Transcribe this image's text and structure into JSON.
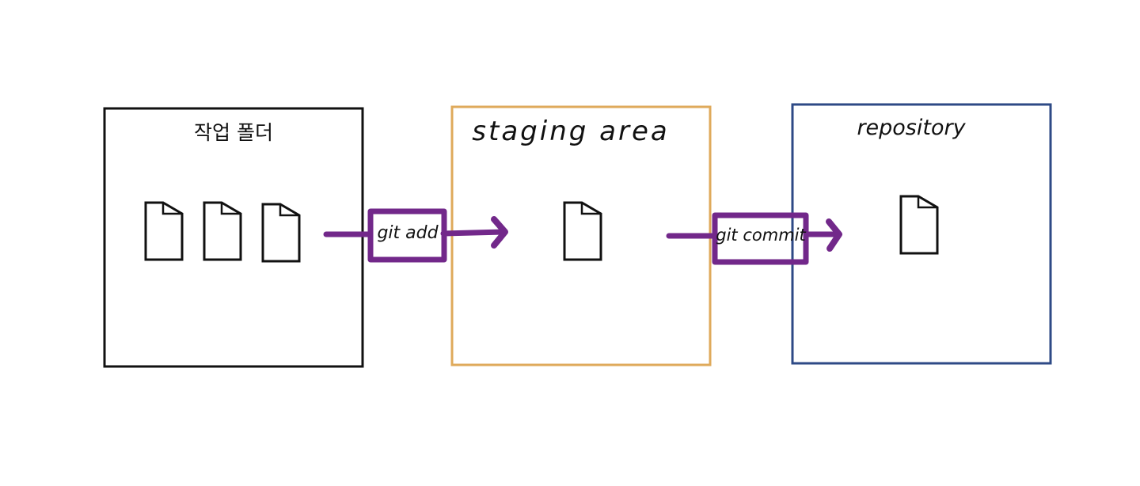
{
  "diagram": {
    "working_folder": {
      "title": "작업 폴더",
      "file_count": 3,
      "border_color": "#111111"
    },
    "staging_area": {
      "title": "staging area",
      "file_count": 1,
      "border_color": "#dfaa5b"
    },
    "repository": {
      "title": "repository",
      "file_count": 1,
      "border_color": "#2e4a86"
    },
    "commands": {
      "add": "git add",
      "commit": "git commit"
    },
    "arrow_color": "#72288a",
    "file_icon": "document-icon"
  }
}
